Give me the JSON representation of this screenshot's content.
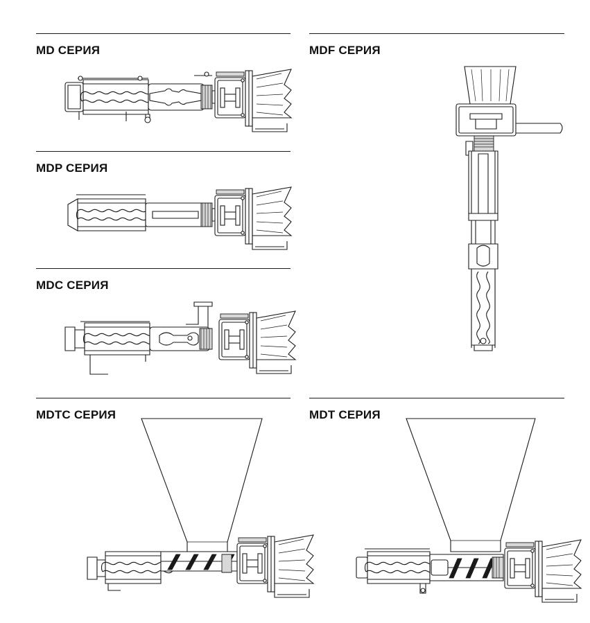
{
  "sections": {
    "md": {
      "title": "MD СЕРИЯ"
    },
    "mdf": {
      "title": "MDF СЕРИЯ"
    },
    "mdp": {
      "title": "MDP СЕРИЯ"
    },
    "mdc": {
      "title": "MDC СЕРИЯ"
    },
    "mdtc": {
      "title": "MDTC СЕРИЯ"
    },
    "mdt": {
      "title": "MDT СЕРИЯ"
    }
  },
  "colors": {
    "line": "#1a1a1a",
    "background": "#ffffff",
    "shade": "#d8d8d8"
  },
  "icons": [
    "pump-drawing"
  ]
}
